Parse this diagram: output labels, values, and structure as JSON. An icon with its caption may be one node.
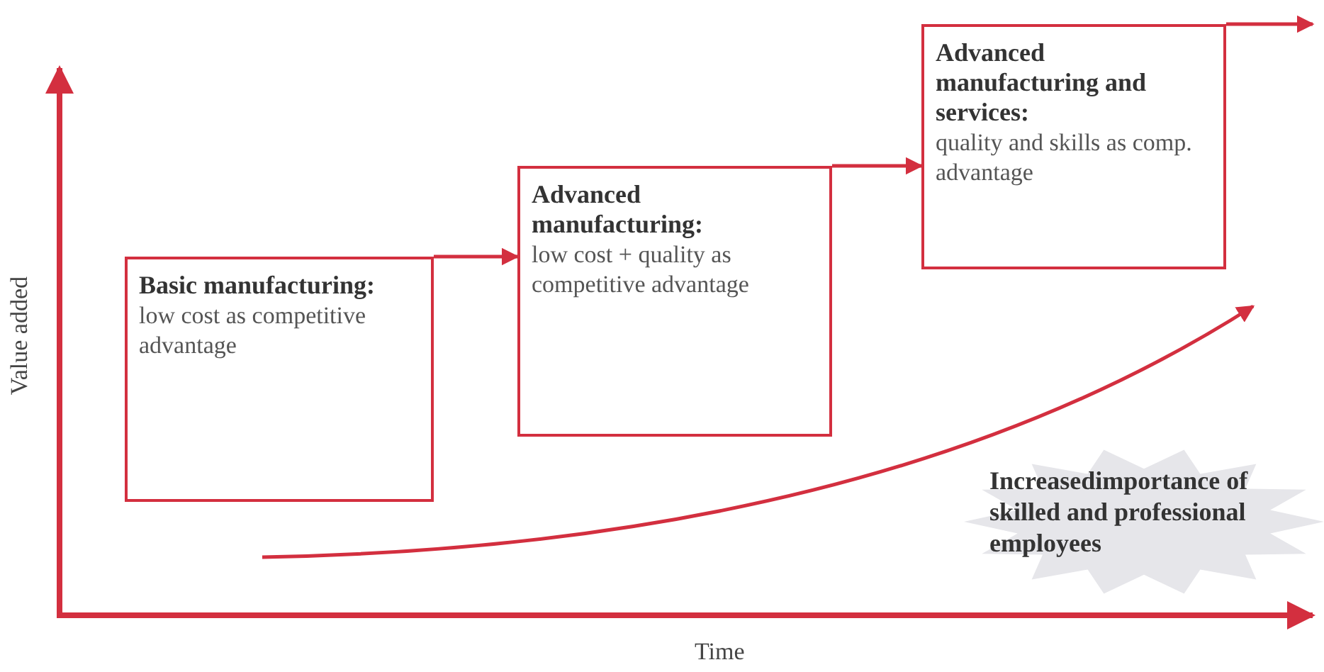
{
  "diagram": {
    "nodes": [
      {
        "text": [
          "Basic manufacturing:",
          "low cost as competitive advantage"
        ]
      },
      {
        "text": [
          "Advanced manufacturing:",
          "low cost + quality as competitive advantage"
        ]
      },
      {
        "text": [
          "Advanced manufacturing and services:",
          "quality and skills as comp. advantage"
        ]
      },
      {
        "text": [
          "Increasedimportance of skilled and professional employees"
        ]
      }
    ],
    "edges": [
      {
        "from": 0,
        "to": 1,
        "arrow": "to"
      },
      {
        "from": 1,
        "to": 2,
        "arrow": "to"
      },
      {
        "from": 2,
        "to": null,
        "arrow": "to"
      }
    ],
    "labels": [
      "Value added",
      "Time"
    ]
  }
}
